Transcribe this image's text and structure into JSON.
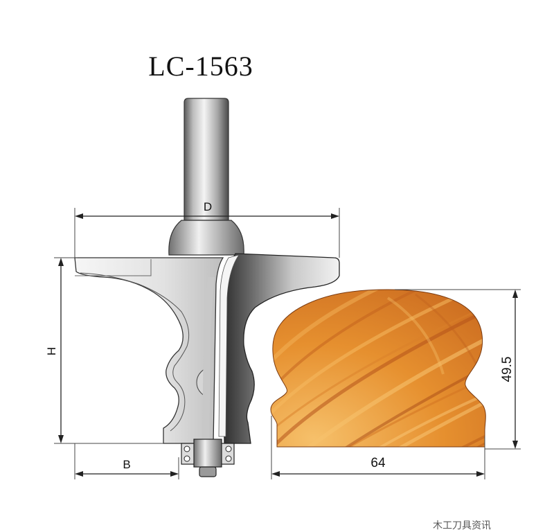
{
  "title": "LC-1563",
  "dimensions": {
    "cutter_diameter_label": "D",
    "height_label": "H",
    "bearing_offset_label": "B",
    "profile_width": "64",
    "profile_height": "49.5"
  },
  "colors": {
    "wood_base": "#e38a2e",
    "wood_light": "#f3b25a",
    "wood_dark": "#b9561a",
    "steel_dark": "#3d3d3d",
    "steel_mid": "#8f8f8f",
    "steel_light": "#e9e9e9"
  },
  "watermark": "木工刀具资讯"
}
